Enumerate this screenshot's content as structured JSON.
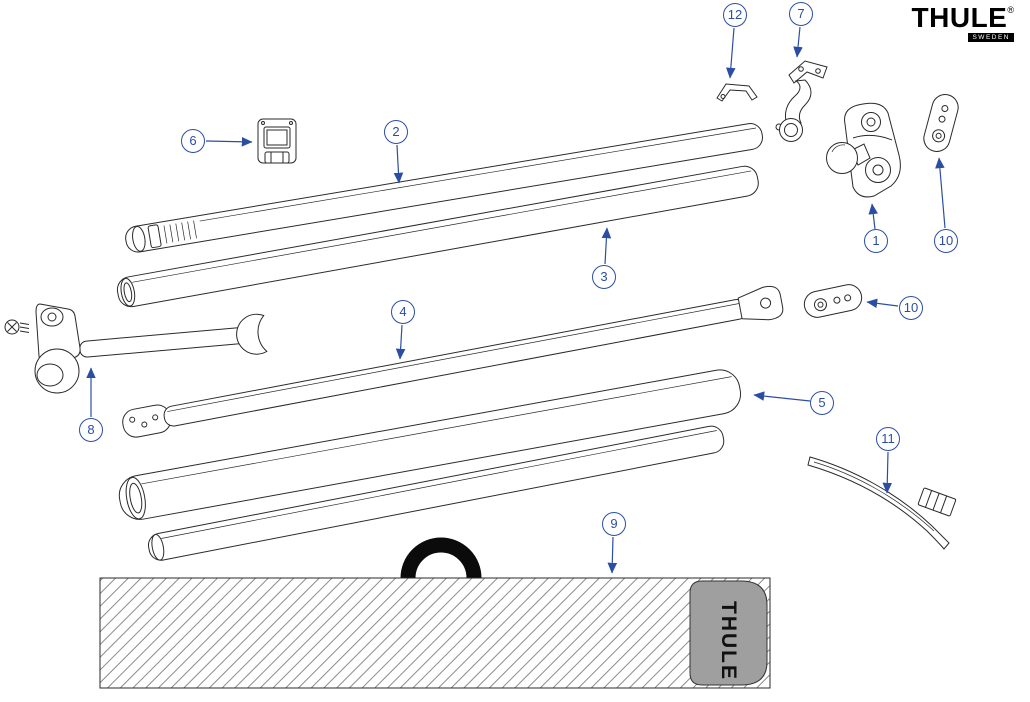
{
  "brand": {
    "name": "THULE",
    "registered": "®",
    "sub": "SWEDEN"
  },
  "fabric": {
    "label": "THULE"
  },
  "callouts": [
    {
      "label": "1"
    },
    {
      "label": "2"
    },
    {
      "label": "3"
    },
    {
      "label": "4"
    },
    {
      "label": "5"
    },
    {
      "label": "6"
    },
    {
      "label": "7"
    },
    {
      "label": "8"
    },
    {
      "label": "9"
    },
    {
      "label": "10"
    },
    {
      "label": "10"
    },
    {
      "label": "11"
    },
    {
      "label": "12"
    }
  ]
}
